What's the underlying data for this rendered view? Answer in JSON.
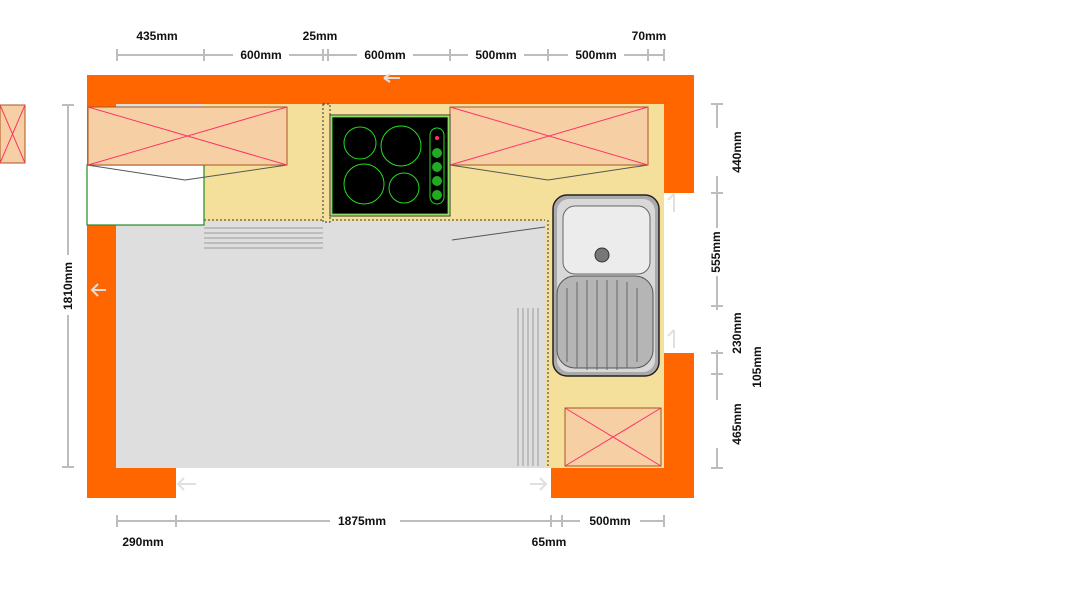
{
  "dimensions": {
    "top_upper": [
      "435mm",
      "25mm",
      "70mm"
    ],
    "top_lower": [
      "600mm",
      "600mm",
      "500mm",
      "500mm"
    ],
    "left": "1810mm",
    "right": [
      "440mm",
      "555mm",
      "230mm",
      "105mm",
      "465mm"
    ],
    "bottom_upper": [
      "1875mm",
      "500mm"
    ],
    "bottom_lower": [
      "290mm",
      "65mm"
    ]
  },
  "colors": {
    "wall": "#ff6600",
    "counter": "#f5e09b",
    "floor": "#dedede",
    "cabinet": "#f7cfa4",
    "cabinet_cross": "#ff3366",
    "hob": "#000000",
    "burner": "#22dd22"
  },
  "icons": {
    "hob": "induction-hob-icon",
    "sink": "sink-with-drainer-icon",
    "wall_cabinet": "wall-cabinet-cross-icon"
  }
}
